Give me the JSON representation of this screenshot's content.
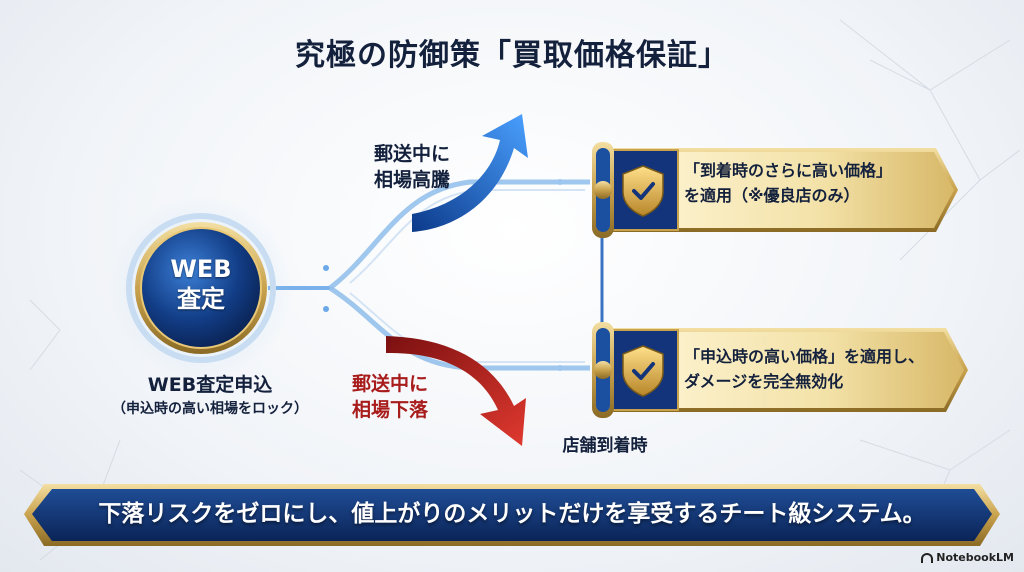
{
  "title": "究極の防御策「買取価格保証」",
  "web_node": {
    "line1": "WEB",
    "line2": "査定",
    "caption_main": "WEB査定申込",
    "caption_sub": "（申込時の高い相場をロック）"
  },
  "rise": {
    "line1": "郵送中に",
    "line2": "相場高騰",
    "color": "#1f5fbf"
  },
  "fall": {
    "line1": "郵送中に",
    "line2": "相場下落",
    "color": "#c0261e"
  },
  "cards": {
    "top": {
      "line1": "「到着時のさらに高い価格」",
      "line2": "を適用（※優良店のみ）",
      "icon": "shield-check-icon"
    },
    "bottom": {
      "line1": "「申込時の高い価格」を適用し、",
      "line2": "ダメージを完全無効化",
      "icon": "shield-check-icon"
    }
  },
  "arrival_label": "店舗到着時",
  "banner": "下落リスクをゼロにし、値上がりのメリットだけを享受するチート級システム。",
  "watermark": "NotebookLM",
  "colors": {
    "navy": "#14213d",
    "gold": "#c9a24d",
    "accent_blue": "#1f5fbf",
    "accent_red": "#c0261e"
  }
}
